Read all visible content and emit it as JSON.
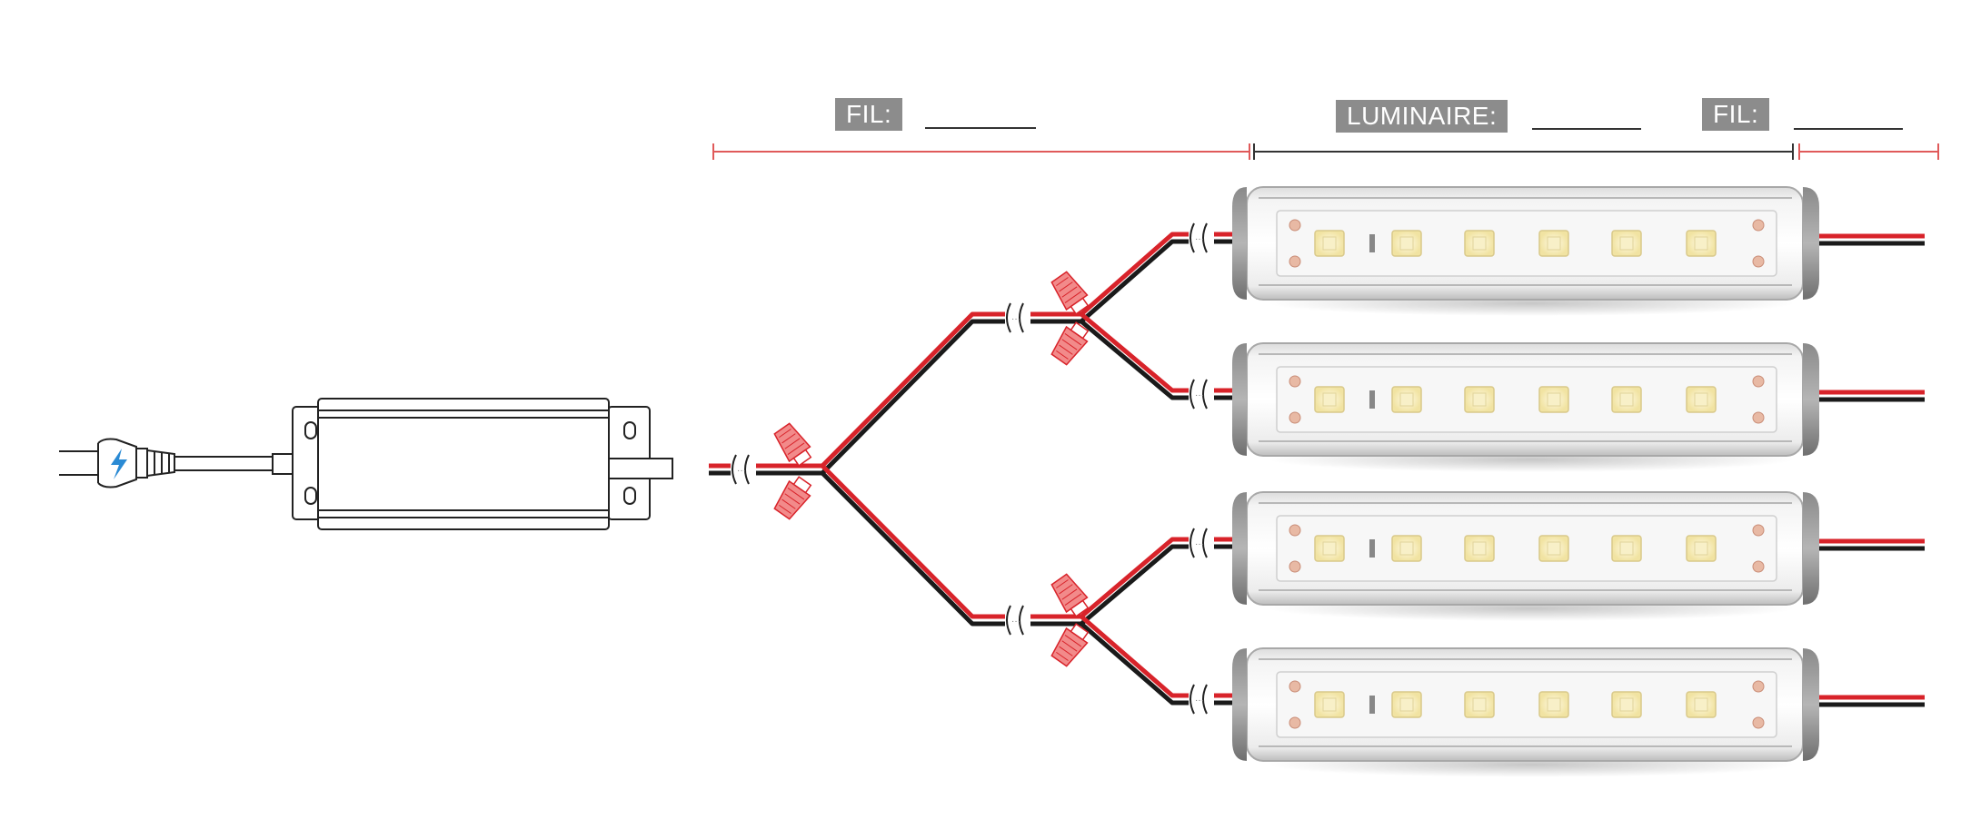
{
  "labels": {
    "wire_in": "FIL:",
    "fixture": "LUMINAIRE:",
    "wire_out": "FIL:"
  },
  "colors": {
    "wire_red": "#d8232a",
    "wire_black": "#1a1a1a",
    "dimension_red": "#e05a5a",
    "dimension_dark": "#333333",
    "label_bg": "#8c8c8c",
    "connector": "#f28a8a",
    "plug_bolt": "#2a8ad4"
  },
  "fixtures": [
    {
      "name": "fixture-1"
    },
    {
      "name": "fixture-2"
    },
    {
      "name": "fixture-3"
    },
    {
      "name": "fixture-4"
    }
  ]
}
